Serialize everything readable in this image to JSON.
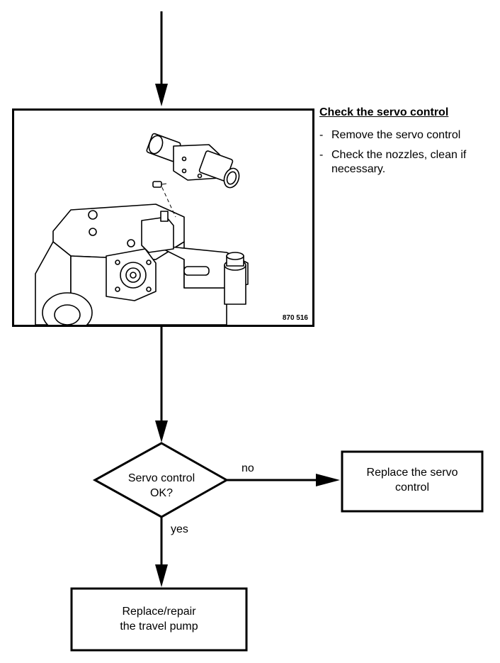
{
  "figure": {
    "caption_code": "870 516",
    "icon": "servo-control-pump-drawing"
  },
  "instructions": {
    "title": "Check the servo control",
    "steps": [
      "Remove the servo control",
      "Check the nozzles, clean if necessary."
    ]
  },
  "decision": {
    "question_line1": "Servo control",
    "question_line2": "OK?",
    "no_label": "no",
    "yes_label": "yes"
  },
  "outcomes": {
    "no_line1": "Replace the servo",
    "no_line2": "control",
    "yes_line1": "Replace/repair",
    "yes_line2": "the travel pump"
  }
}
